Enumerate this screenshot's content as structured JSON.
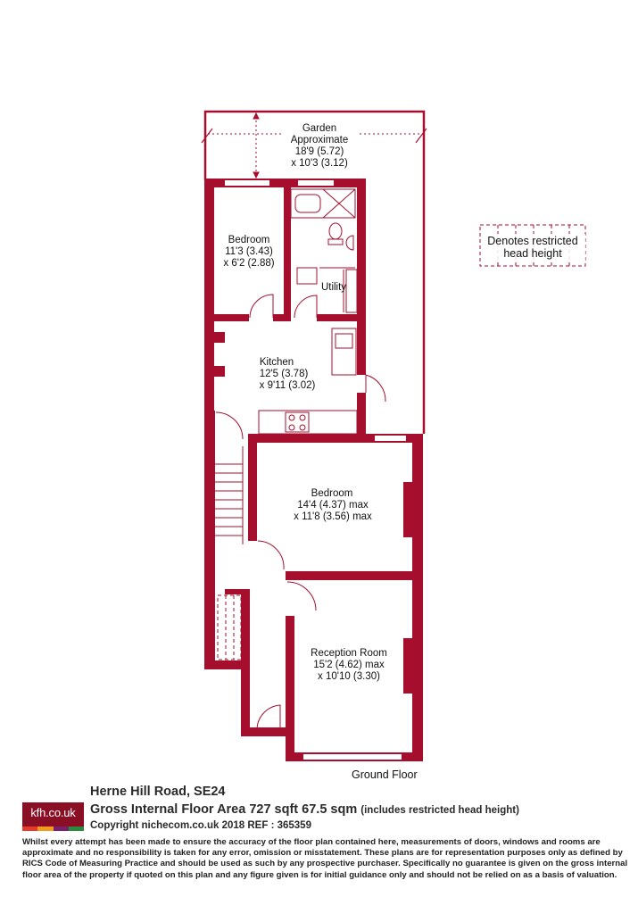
{
  "rooms": {
    "garden": {
      "name": "Garden",
      "line2": "Approximate",
      "dim1": "18'9 (5.72)",
      "dim2": "x 10'3 (3.12)"
    },
    "bedroom_rear": {
      "name": "Bedroom",
      "dim1": "11'3 (3.43)",
      "dim2": "x 6'2 (2.88)"
    },
    "utility": {
      "name": "Utility"
    },
    "kitchen": {
      "name": "Kitchen",
      "dim1": "12'5 (3.78)",
      "dim2": "x 9'11 (3.02)"
    },
    "bedroom_main": {
      "name": "Bedroom",
      "dim1": "14'4 (4.37) max",
      "dim2": "x 11'8 (3.56) max"
    },
    "reception": {
      "name": "Reception Room",
      "dim1": "15'2 (4.62) max",
      "dim2": "x 10'10 (3.30)"
    }
  },
  "floor_label": "Ground Floor",
  "legend": {
    "line1": "Denotes restricted",
    "line2": "head height"
  },
  "footer": {
    "logo_text": "kfh.co.uk",
    "logo_colors": [
      "#e63a2a",
      "#f39b1c",
      "#7a1f6e",
      "#2b8a3e"
    ],
    "address": "Herne Hill Road, SE24",
    "area": "Gross Internal Floor Area 727 sqft 67.5 sqm",
    "area_note": "(includes restricted head height)",
    "copyright": "Copyright nichecom.co.uk 2018 REF : 365359",
    "disclaimer": "Whilst every attempt has been made to ensure the accuracy of the floor plan contained here, measurements of doors, windows and rooms are approximate and no responsibility is taken for any error, omission or misstatement.  These plans are for representation purposes only as defined by RICS Code of Measuring Practice and should be used as such by any prospective purchaser.  Specifically no guarantee is given on the gross internal floor area of the property if quoted on this plan and any figure given is for initial guidance only and should not be relied on as a basis of valuation."
  },
  "colors": {
    "wall": "#a50f2d",
    "text": "#111111"
  }
}
